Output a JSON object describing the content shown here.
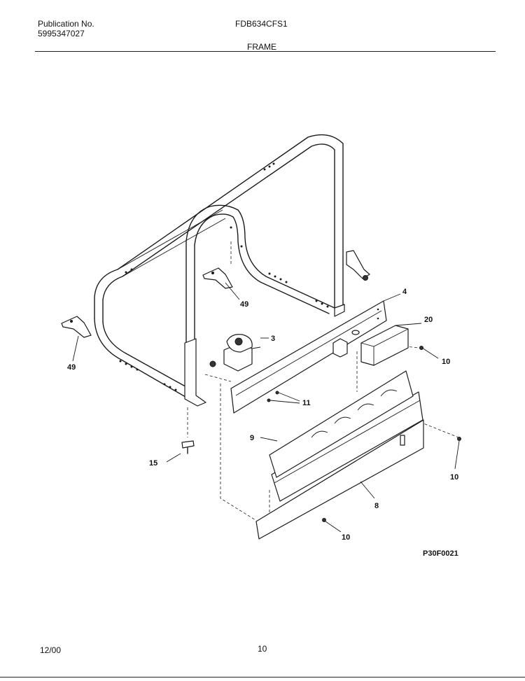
{
  "header": {
    "publication_label": "Publication No.",
    "publication_number": "5995347027",
    "model_number": "FDB634CFS1",
    "section_title": "FRAME"
  },
  "diagram": {
    "figure_id": "P30F0021",
    "callouts": {
      "c49_right": "49",
      "c49_left": "49",
      "c3": "3",
      "c4": "4",
      "c20": "20",
      "c10_a": "10",
      "c11": "11",
      "c9": "9",
      "c15": "15",
      "c10_b": "10",
      "c8": "8",
      "c10_c": "10"
    }
  },
  "footer": {
    "date": "12/00",
    "page_number": "10"
  }
}
